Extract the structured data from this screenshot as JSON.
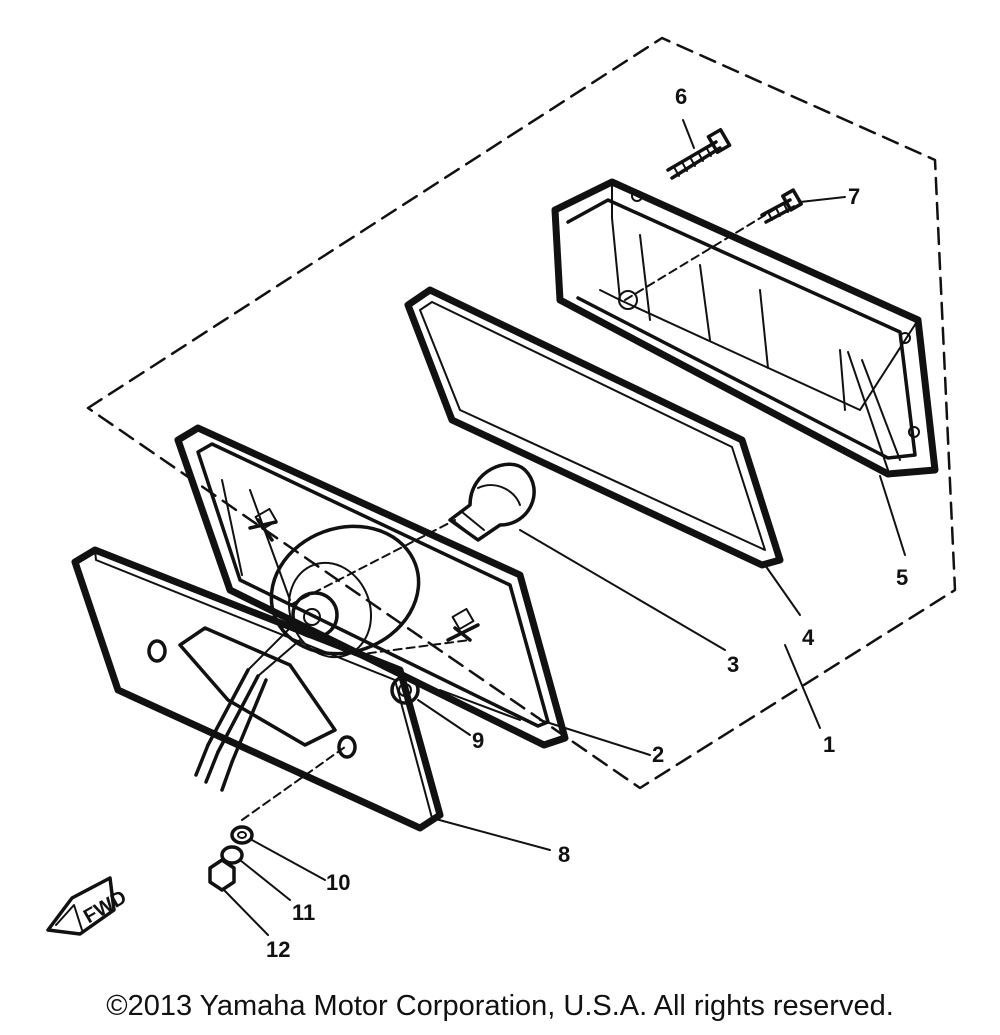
{
  "diagram": {
    "callouts": [
      {
        "id": "c1",
        "text": "1"
      },
      {
        "id": "c2",
        "text": "2"
      },
      {
        "id": "c3",
        "text": "3"
      },
      {
        "id": "c4",
        "text": "4"
      },
      {
        "id": "c5",
        "text": "5"
      },
      {
        "id": "c6",
        "text": "6"
      },
      {
        "id": "c7",
        "text": "7"
      },
      {
        "id": "c8",
        "text": "8"
      },
      {
        "id": "c9",
        "text": "9"
      },
      {
        "id": "c10",
        "text": "10"
      },
      {
        "id": "c11",
        "text": "11"
      },
      {
        "id": "c12",
        "text": "12"
      }
    ],
    "fwd_badge": "FWD"
  },
  "footer": {
    "copyright": "©2013 Yamaha Motor Corporation, U.S.A. All rights reserved."
  }
}
